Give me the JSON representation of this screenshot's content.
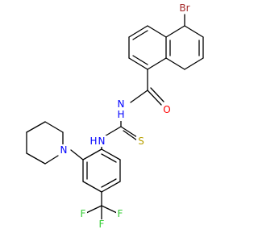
{
  "molecule": {
    "atoms": {
      "Br": {
        "text": "Br",
        "color": "#a52a2a"
      },
      "O": {
        "text": "O",
        "color": "#ff0000"
      },
      "NH1": {
        "text": "N",
        "sub": "H",
        "color": "#0000ff"
      },
      "NH2": {
        "text": "N",
        "sub": "H",
        "color": "#0000ff"
      },
      "S": {
        "text": "S",
        "color": "#b8a000"
      },
      "N3": {
        "text": "N",
        "color": "#0000ff"
      },
      "F1": {
        "text": "F",
        "color": "#33cc33"
      },
      "F2": {
        "text": "F",
        "color": "#33cc33"
      },
      "F3": {
        "text": "F",
        "color": "#33cc33"
      }
    }
  }
}
